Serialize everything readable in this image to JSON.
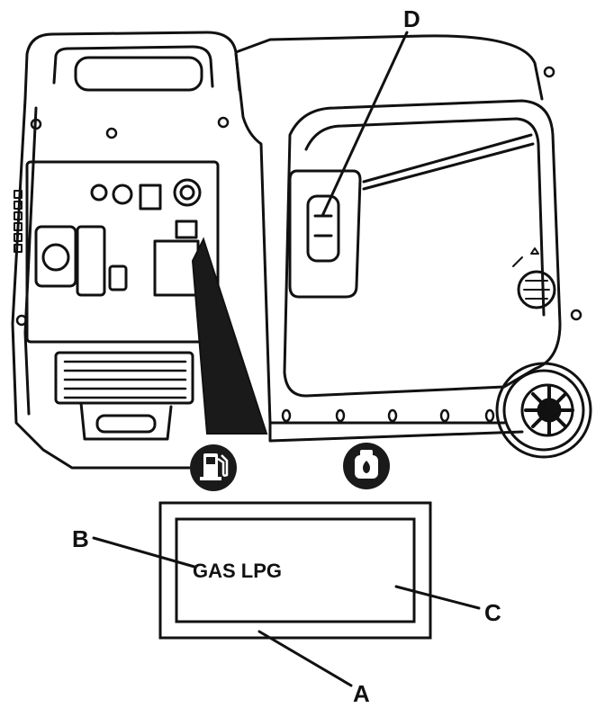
{
  "callouts": {
    "a": "A",
    "b": "B",
    "c": "C",
    "d": "D"
  },
  "selector_label": "GAS LPG",
  "icons": {
    "left": "fuel-pump-icon",
    "right": "propane-tank-icon"
  },
  "colors": {
    "line": "#111111",
    "fill": "#ffffff",
    "dark": "#1a1a1a"
  }
}
